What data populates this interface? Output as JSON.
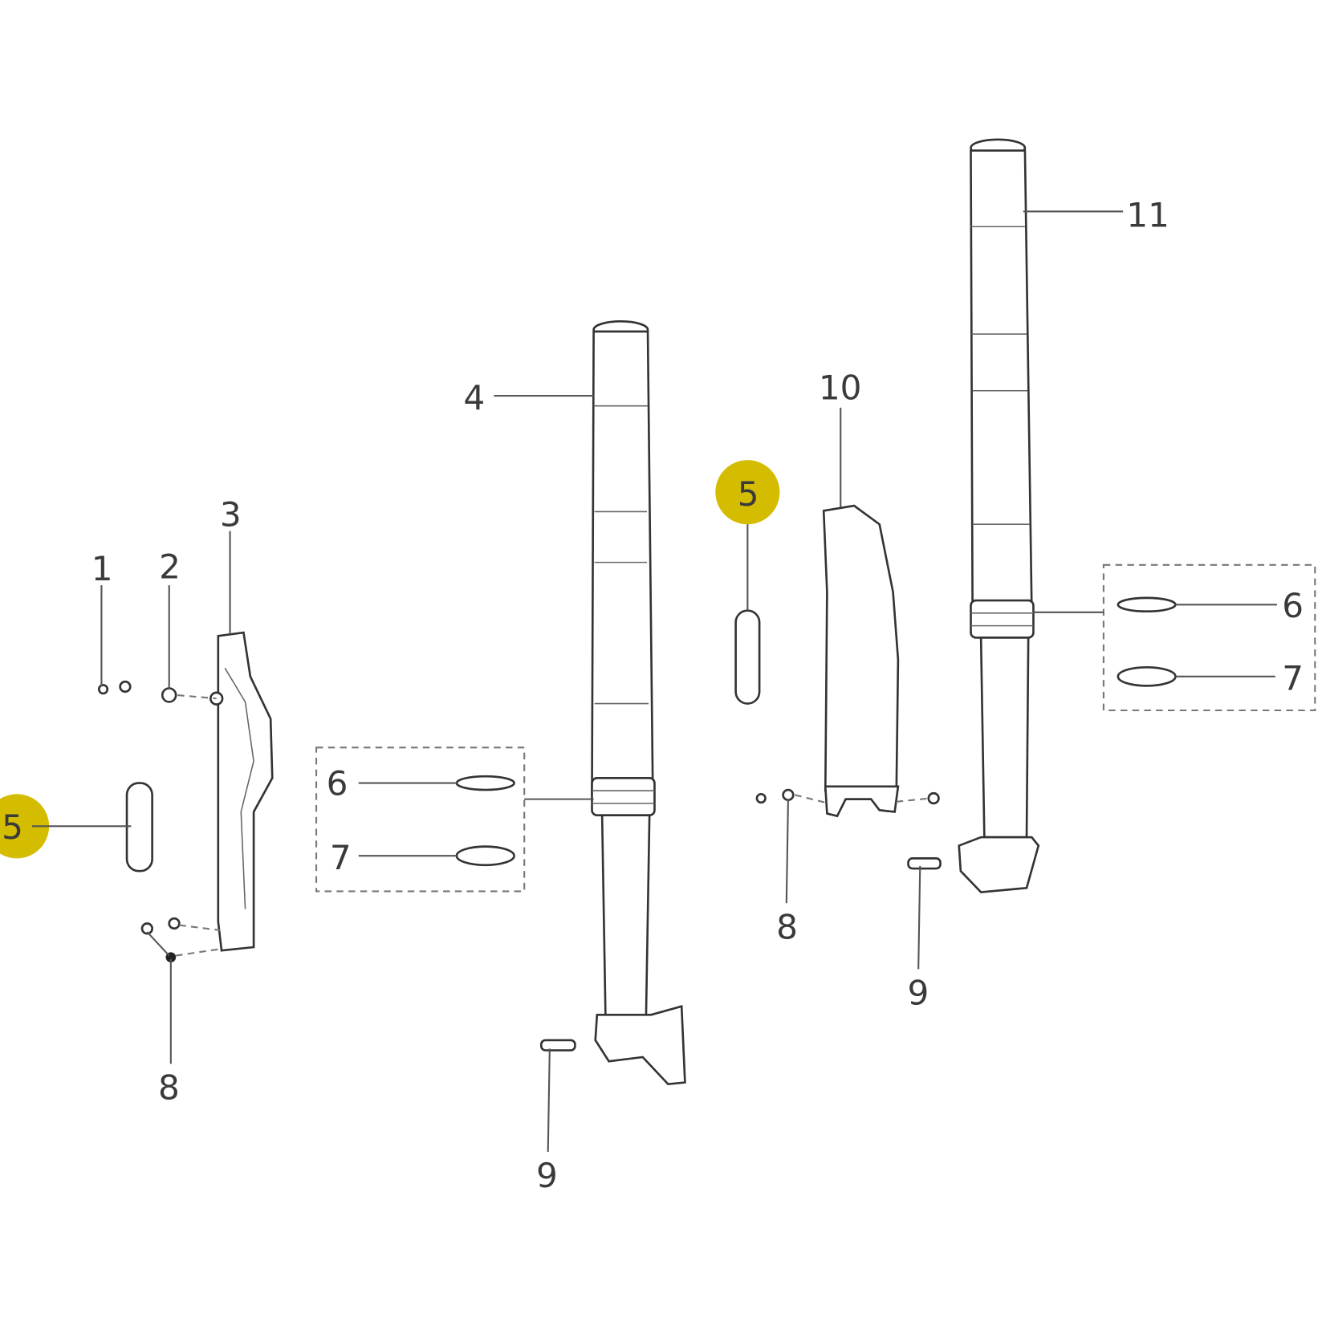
{
  "diagram": {
    "highlight_color": "#d4bc00",
    "callouts": {
      "c1": "1",
      "c2": "2",
      "c3": "3",
      "c4": "4",
      "c5_left": "5",
      "c5_center": "5",
      "c6_left": "6",
      "c7_left": "7",
      "c8_left": "8",
      "c9_left": "9",
      "c10": "10",
      "c11": "11",
      "c6_right": "6",
      "c7_right": "7",
      "c8_right": "8",
      "c9_right": "9"
    }
  }
}
